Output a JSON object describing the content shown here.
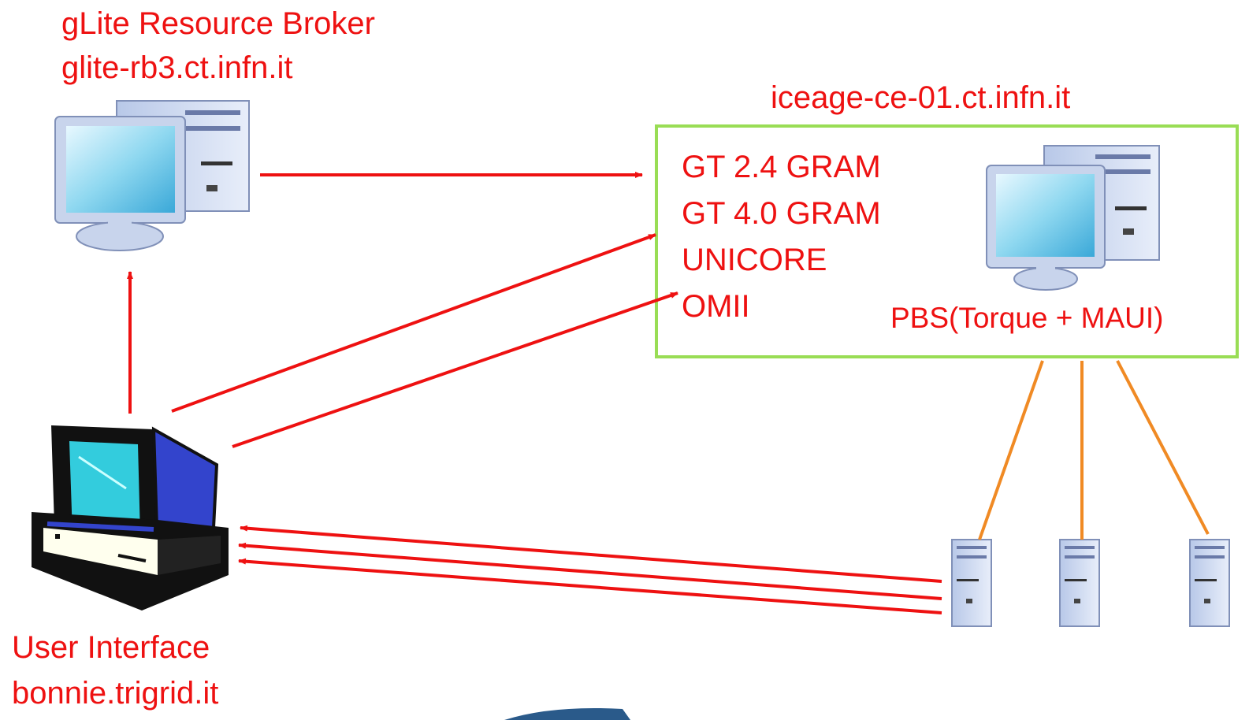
{
  "broker": {
    "title": "gLite Resource Broker",
    "host": "glite-rb3.ct.infn.it"
  },
  "ce": {
    "host": "iceage-ce-01.ct.infn.it",
    "services": [
      "GT 2.4 GRAM",
      "GT 4.0 GRAM",
      "UNICORE",
      "OMII"
    ],
    "batch": "PBS(Torque + MAUI)",
    "border_color": "#99dd55"
  },
  "ui": {
    "title": "User Interface",
    "host": "bonnie.trigrid.it"
  },
  "colors": {
    "text": "#ee1111",
    "arrow": "#ee1111",
    "worker_link": "#f08a24"
  },
  "icons": [
    "broker-computer-icon",
    "ce-computer-icon",
    "user-interface-computer-icon",
    "worker-node-icon"
  ]
}
